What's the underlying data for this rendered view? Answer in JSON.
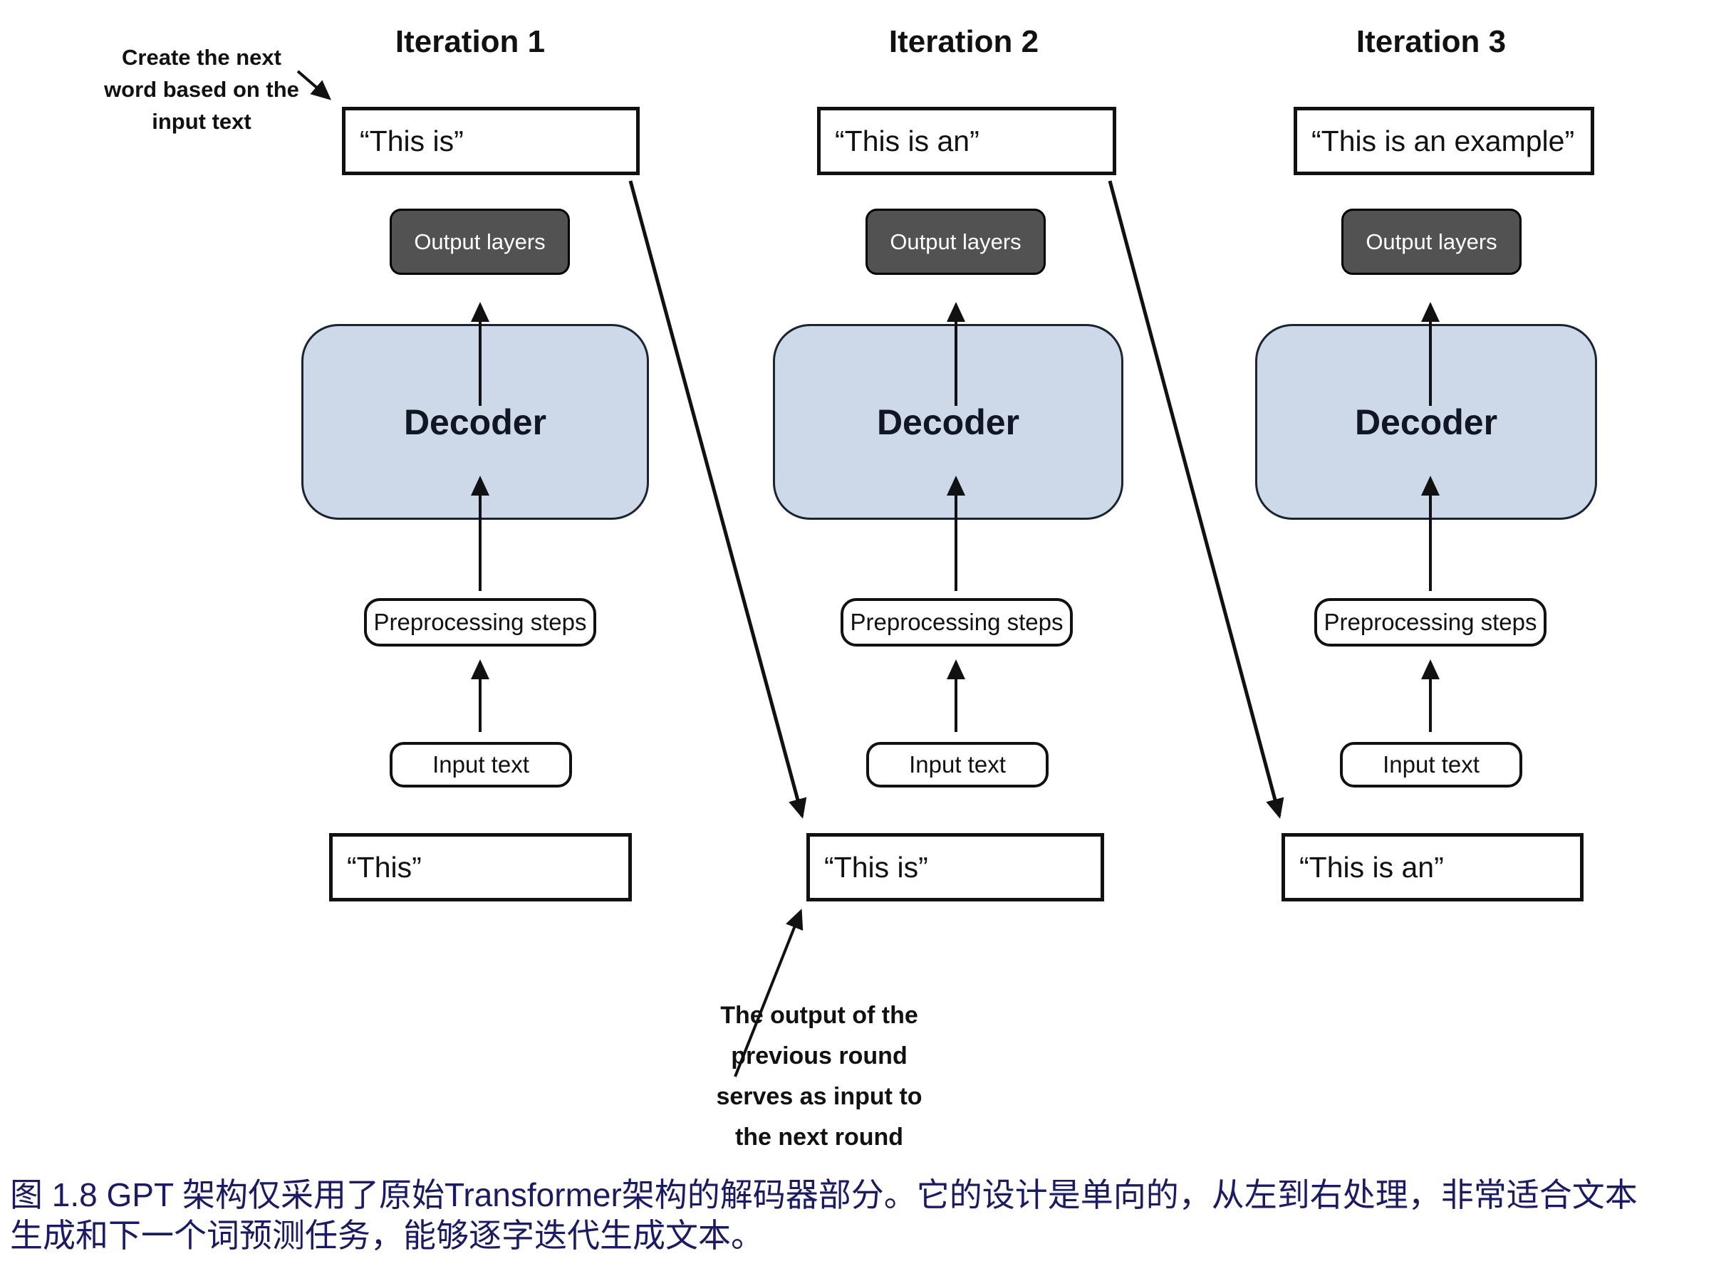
{
  "figure": {
    "caption_line1": "图 1.8  GPT 架构仅采用了原始Transformer架构的解码器部分。它的设计是单向的，从左到右处理，非常适合文本",
    "caption_line2": "生成和下一个词预测任务，能够逐字迭代生成文本。"
  },
  "annotations": {
    "create_next_word": {
      "line1": "Create the next",
      "line2": "word based on the",
      "line3": "input text"
    },
    "output_feeds_next": {
      "line1": "The output of the",
      "line2": "previous round",
      "line3": "serves as input to",
      "line4": "the next round"
    }
  },
  "columns": [
    {
      "title": "Iteration 1",
      "generated_text": "“This is”",
      "output_layers_label": "Output layers",
      "decoder_label": "Decoder",
      "preprocessing_label": "Preprocessing steps",
      "input_text_label": "Input text",
      "input_value": "“This”"
    },
    {
      "title": "Iteration 2",
      "generated_text": "“This is an”",
      "output_layers_label": "Output layers",
      "decoder_label": "Decoder",
      "preprocessing_label": "Preprocessing steps",
      "input_text_label": "Input text",
      "input_value": "“This is”"
    },
    {
      "title": "Iteration 3",
      "generated_text": "“This is an example”",
      "output_layers_label": "Output layers",
      "decoder_label": "Decoder",
      "preprocessing_label": "Preprocessing steps",
      "input_text_label": "Input text",
      "input_value": "“This is an”"
    }
  ],
  "colors": {
    "decoder_fill": "#cdd8e8",
    "output_layers_fill": "#525252",
    "output_layers_text": "#ffffff",
    "caption_text": "#1b1b64",
    "line_color": "#111111"
  }
}
